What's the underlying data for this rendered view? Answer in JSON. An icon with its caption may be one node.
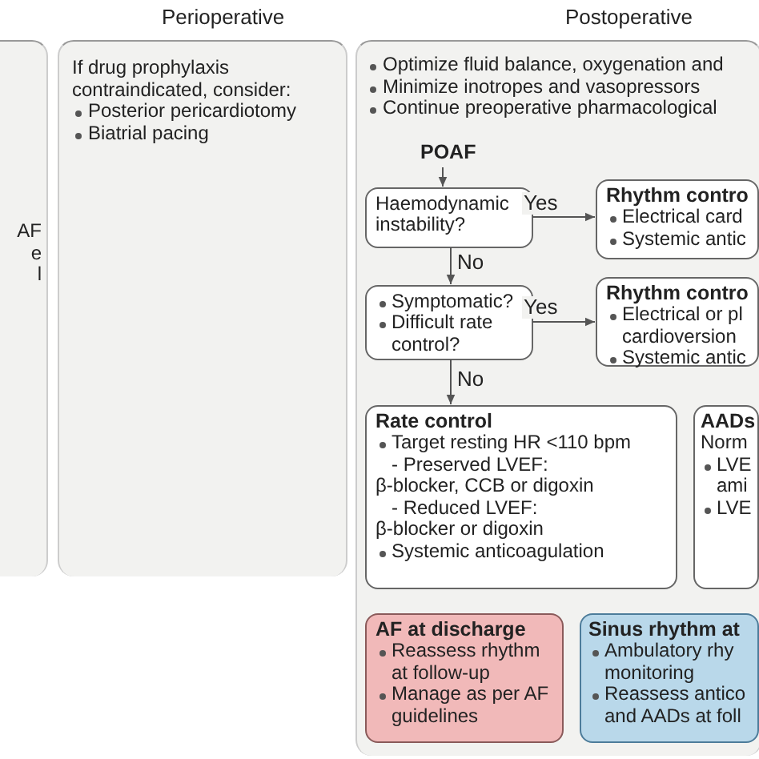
{
  "diagram": {
    "nodes": [
      {
        "text": [
          "AF",
          "e",
          "l"
        ]
      },
      {
        "text": [
          "Perioperative",
          "If drug prophylaxis contraindicated, consider:",
          "Posterior pericardiotomy",
          "Biatrial pacing"
        ]
      },
      {
        "text": [
          "Postoperative",
          "Optimize fluid balance, oxygenation and",
          "Minimize inotropes and vasopressors",
          "Continue preoperative pharmacological"
        ]
      },
      {
        "text": [
          "POAF"
        ],
        "in": 2
      },
      {
        "text": [
          "Haemodynamic instability?"
        ],
        "in": 2
      },
      {
        "text": [
          "Rhythm contro",
          "Electrical card",
          "Systemic antic"
        ],
        "in": 2
      },
      {
        "text": [
          "Symptomatic?",
          "Difficult rate control?"
        ],
        "in": 2
      },
      {
        "text": [
          "Rhythm contro",
          "Electrical or pl cardioversion",
          "Systemic antic"
        ],
        "in": 2
      },
      {
        "text": [
          "Rate control",
          "Target resting HR <110 bpm",
          "- Preserved LVEF:",
          "β-blocker, CCB or digoxin",
          "- Reduced LVEF:",
          "β-blocker or digoxin",
          "Systemic anticoagulation"
        ],
        "in": 2
      },
      {
        "text": [
          "AADs",
          "Norm",
          "LVE ami",
          "LVE"
        ],
        "in": 2
      },
      {
        "text": [
          "AF at discharge",
          "Reassess rhythm at follow-up",
          "Manage as per AF guidelines"
        ],
        "in": 2
      },
      {
        "text": [
          "Sinus rhythm at",
          "Ambulatory rhy monitoring",
          "Reassess antico and AADs at foll"
        ],
        "in": 2
      }
    ],
    "edges": [
      {
        "from": 3,
        "to": 4,
        "arrow": "to"
      },
      {
        "from": 4,
        "to": 5,
        "arrow": "to",
        "label": "Yes"
      },
      {
        "from": 4,
        "to": 6,
        "arrow": "to",
        "label": "No"
      },
      {
        "from": 6,
        "to": 7,
        "arrow": "to",
        "label": "Yes"
      },
      {
        "from": 6,
        "to": 8,
        "arrow": "to",
        "label": "No"
      }
    ]
  }
}
